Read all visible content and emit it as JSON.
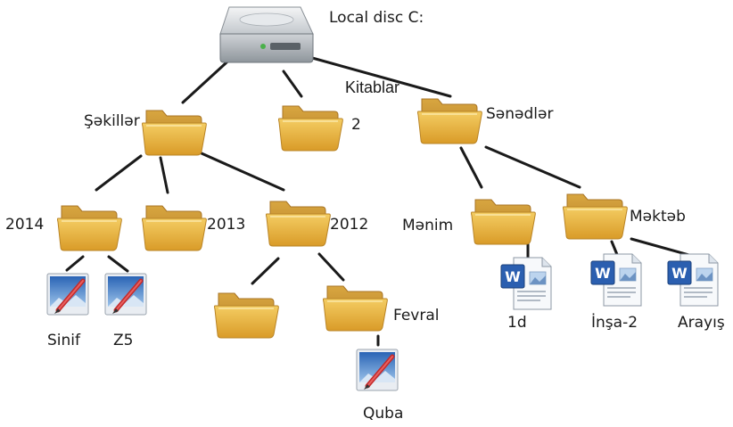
{
  "root": {
    "label": "Local disc C:",
    "icon": "hard-drive-icon"
  },
  "folders": {
    "sekiller": "Şəkillər",
    "two": "2",
    "kitablar": "Kitablar",
    "senedler": "Sənədlər",
    "y2014": "2014",
    "y2013": "2013",
    "y2012": "2012",
    "unnamed": "",
    "fevral": "Fevral",
    "menim": "Mənim",
    "mekteb": "Məktəb"
  },
  "files": {
    "sinif": "Sinif",
    "z5": "Z5",
    "quba": "Quba",
    "d1": "1d",
    "insa2": "İnşa-2",
    "arayis": "Arayış"
  },
  "colors": {
    "folder_body": "#e8b43c",
    "folder_back": "#c9922a",
    "line": "#1a1a1a",
    "drive": "#d4d8dc",
    "image_file_bg": "#2f6fb8",
    "doc_file_bg": "#eef2f7"
  }
}
